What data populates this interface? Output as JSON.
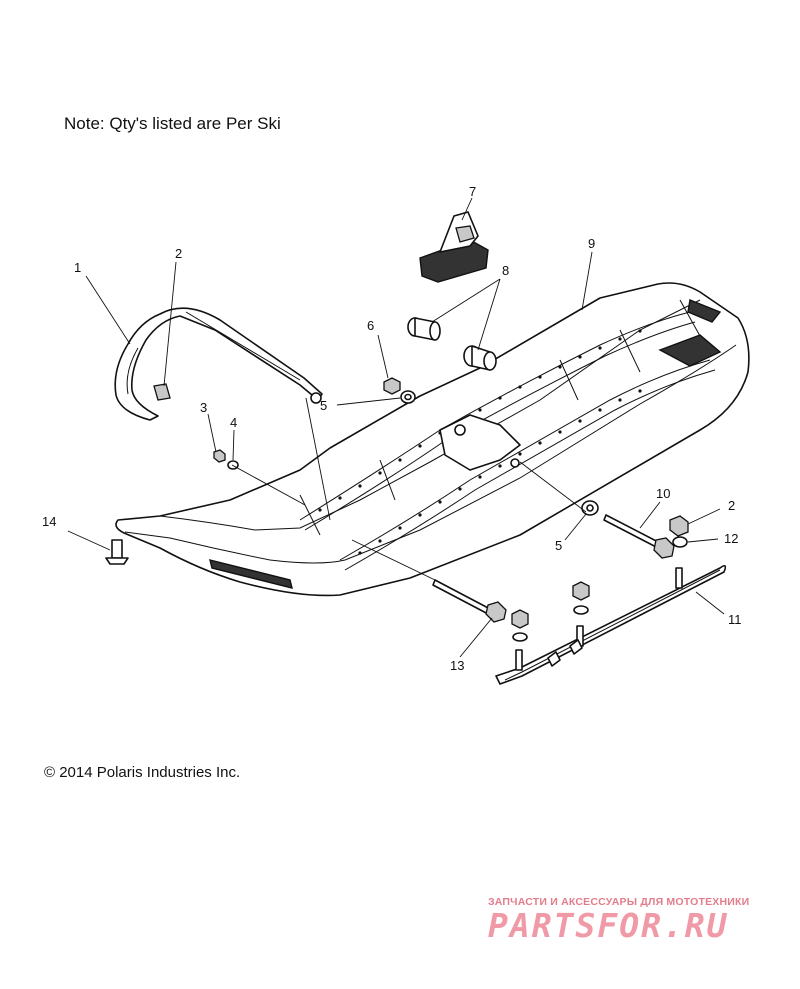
{
  "note": "Note: Qty's listed are Per Ski",
  "copyright": "© 2014 Polaris Industries Inc.",
  "watermark": {
    "tagline": "ЗАПЧАСТИ И АКСЕССУАРЫ ДЛЯ МОТОТЕХНИКИ",
    "brand": "PARTSFOR.RU",
    "color": "#ef9aa6"
  },
  "callouts": [
    {
      "id": "c1",
      "label": "1"
    },
    {
      "id": "c2a",
      "label": "2"
    },
    {
      "id": "c3",
      "label": "3"
    },
    {
      "id": "c4",
      "label": "4"
    },
    {
      "id": "c5a",
      "label": "5"
    },
    {
      "id": "c6",
      "label": "6"
    },
    {
      "id": "c7",
      "label": "7"
    },
    {
      "id": "c8",
      "label": "8"
    },
    {
      "id": "c9",
      "label": "9"
    },
    {
      "id": "c10",
      "label": "10"
    },
    {
      "id": "c2b",
      "label": "2"
    },
    {
      "id": "c12",
      "label": "12"
    },
    {
      "id": "c5b",
      "label": "5"
    },
    {
      "id": "c11",
      "label": "11"
    },
    {
      "id": "c13",
      "label": "13"
    },
    {
      "id": "c14",
      "label": "14"
    }
  ]
}
